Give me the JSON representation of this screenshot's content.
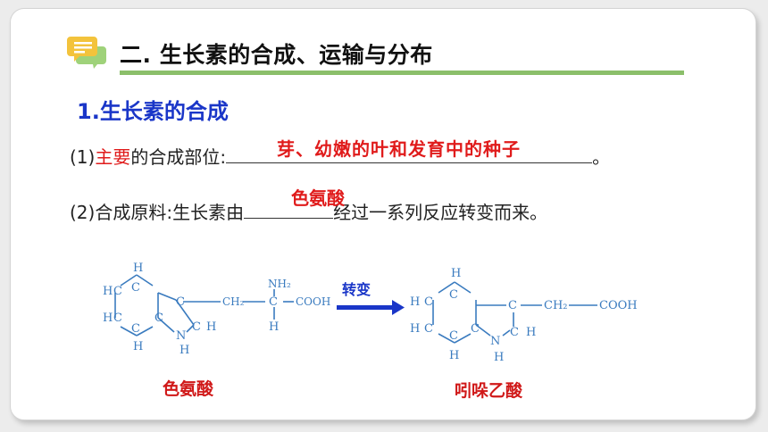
{
  "title": "二. 生长素的合成、运输与分布",
  "section_heading": "1.生长素的合成",
  "line1": {
    "prefix": "(1)",
    "highlight": "主要",
    "rest": "的合成部位:",
    "answer": "芽、幼嫩的叶和发育中的种子",
    "suffix": "。"
  },
  "line2": {
    "prefix": "(2)合成原料:生长素由",
    "answer": "色氨酸",
    "suffix": "经过一系列反应转变而来。"
  },
  "reaction": {
    "arrow_label": "转变",
    "left_molecule": "色氨酸",
    "right_molecule": "吲哚乙酸",
    "atom_color": "#3a7bbf",
    "atoms": {
      "H": "H",
      "C": "C",
      "N": "N",
      "NH2": "NH₂",
      "CH2": "CH₂",
      "COOH": "COOH"
    }
  },
  "colors": {
    "heading": "#1a36c8",
    "answer": "#e01b1b",
    "underline": "#8bbf6a"
  },
  "icons": [
    "chat-bubbles-icon",
    "reaction-arrow-icon"
  ]
}
